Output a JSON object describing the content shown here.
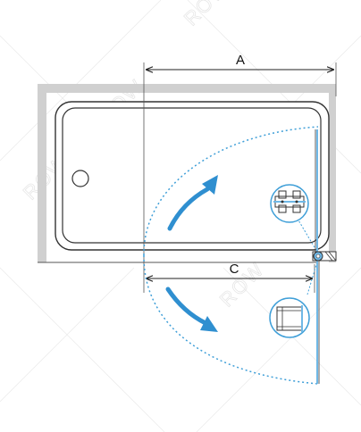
{
  "labels": {
    "dimension_a": "A",
    "dimension_c": "C"
  },
  "watermark": {
    "text": "ROW"
  },
  "colors": {
    "wall": "#d0d0d0",
    "outline": "#333333",
    "glass": "#6fb8e6",
    "swing_path": "#3f9fd8",
    "arrow": "#2f8fd0",
    "dimension": "#222222",
    "watermark": "#e6e6e6"
  },
  "icons": {
    "hinge_top": "hinge-detail-icon",
    "profile_bottom": "wall-profile-icon"
  }
}
